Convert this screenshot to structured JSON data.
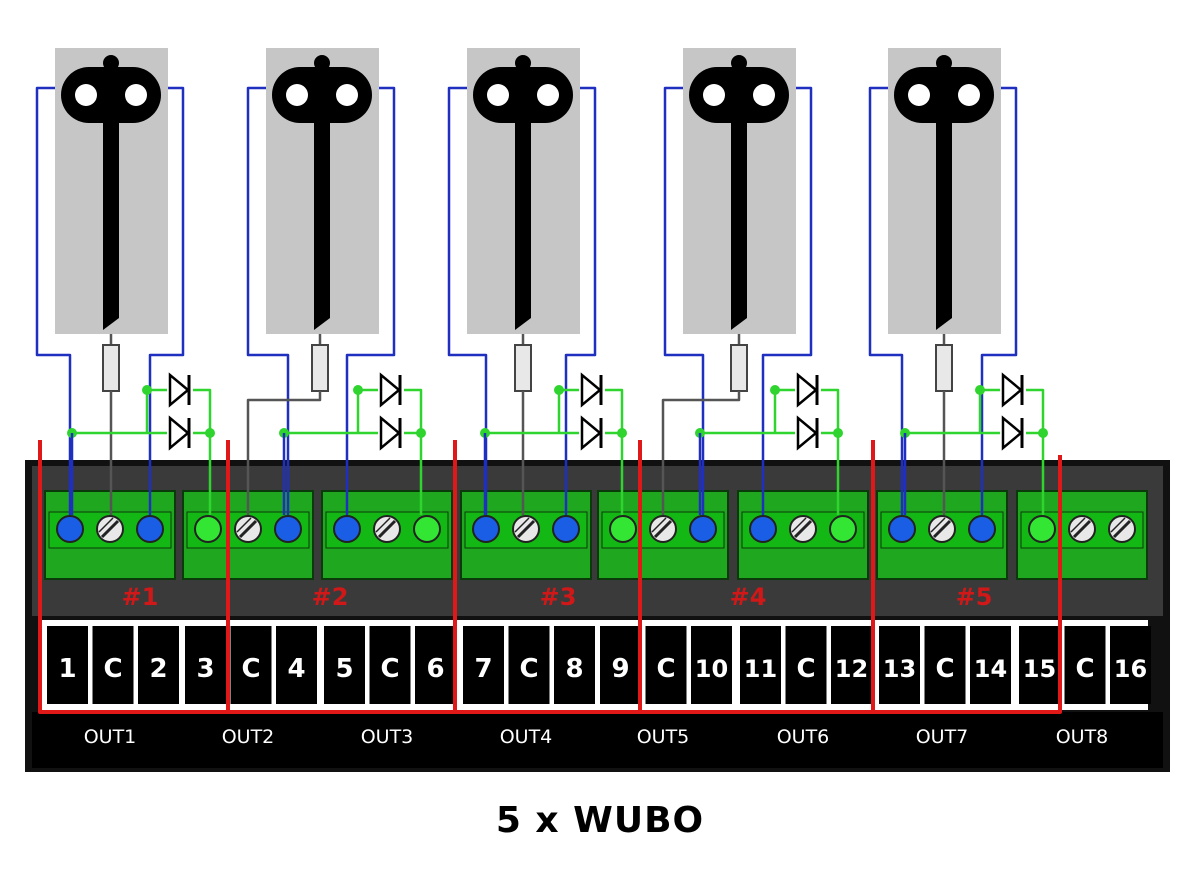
{
  "caption": "5 x WUBO",
  "colors": {
    "wire_blue": "#1f2fbf",
    "wire_green": "#2fd42f",
    "wire_gray": "#555555",
    "border_red": "#e01818",
    "label_red": "#d01818",
    "terminal_green": "#1fa81f",
    "terminal_band": "#14b814",
    "dot_blue": "#1a5ee6",
    "dot_green": "#33e633",
    "board": "#3a3a3a",
    "signal_panel": "#c6c6c6"
  },
  "signals": [
    {
      "id": 1
    },
    {
      "id": 2
    },
    {
      "id": 3
    },
    {
      "id": 4
    },
    {
      "id": 5
    }
  ],
  "terminal_blocks": [
    {
      "dots": [
        "blue",
        "screw",
        "blue"
      ]
    },
    {
      "dots": [
        "green",
        "screw",
        "blue"
      ]
    },
    {
      "dots": [
        "blue",
        "screw",
        "green"
      ]
    },
    {
      "dots": [
        "blue",
        "screw",
        "blue"
      ]
    },
    {
      "dots": [
        "green",
        "screw",
        "blue"
      ]
    },
    {
      "dots": [
        "blue",
        "screw",
        "green"
      ]
    },
    {
      "dots": [
        "blue",
        "screw",
        "blue"
      ]
    },
    {
      "dots": [
        "green",
        "screw",
        "screw"
      ]
    }
  ],
  "module_labels": [
    "#1",
    "#2",
    "#3",
    "#4",
    "#5"
  ],
  "pin_labels": [
    "1",
    "C",
    "2",
    "3",
    "C",
    "4",
    "5",
    "C",
    "6",
    "7",
    "C",
    "8",
    "9",
    "C",
    "10",
    "11",
    "C",
    "12",
    "13",
    "C",
    "14",
    "15",
    "C",
    "16"
  ],
  "output_labels": [
    "OUT1",
    "OUT2",
    "OUT3",
    "OUT4",
    "OUT5",
    "OUT6",
    "OUT7",
    "OUT8"
  ]
}
